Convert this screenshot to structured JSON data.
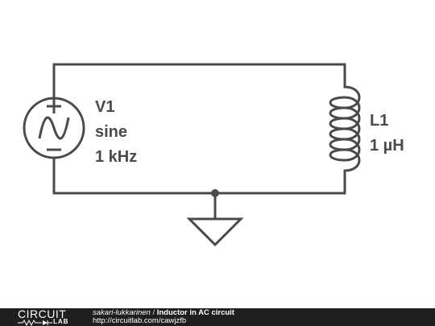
{
  "source": {
    "name": "V1",
    "type": "sine",
    "frequency": "1 kHz"
  },
  "inductor": {
    "name": "L1",
    "value": "1 µH"
  },
  "footer": {
    "logo_top": "CIRCUIT",
    "logo_bottom": "LAB",
    "author": "sakari-lukkarinen",
    "separator": " / ",
    "title": "Inductor in AC circuit",
    "url": "http://circuitlab.com/cawjzfb"
  },
  "colors": {
    "wire": "#4a4a4a",
    "footer_bg": "#1f1f1f"
  }
}
